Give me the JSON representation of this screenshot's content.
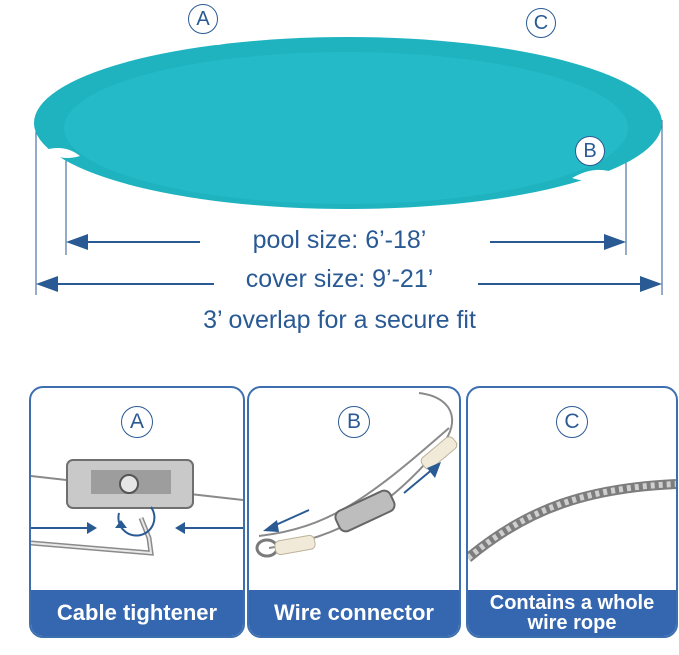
{
  "colors": {
    "pool": "#1fb3c0",
    "pool_rim": "#2ac0cc",
    "accent_blue": "#2a5a94",
    "caption_bg": "#3566b0"
  },
  "diagram": {
    "markers": [
      "A",
      "C",
      "B"
    ],
    "pool_size_label": "pool size: 6’-18’",
    "cover_size_label": "cover size: 9’-21’",
    "overlap_note": "3’ overlap for a secure fit"
  },
  "panels": [
    {
      "letter": "A",
      "caption": "Cable tightener"
    },
    {
      "letter": "B",
      "caption": "Wire connector"
    },
    {
      "letter": "C",
      "caption_line1": "Contains a whole",
      "caption_line2": "wire rope"
    }
  ]
}
